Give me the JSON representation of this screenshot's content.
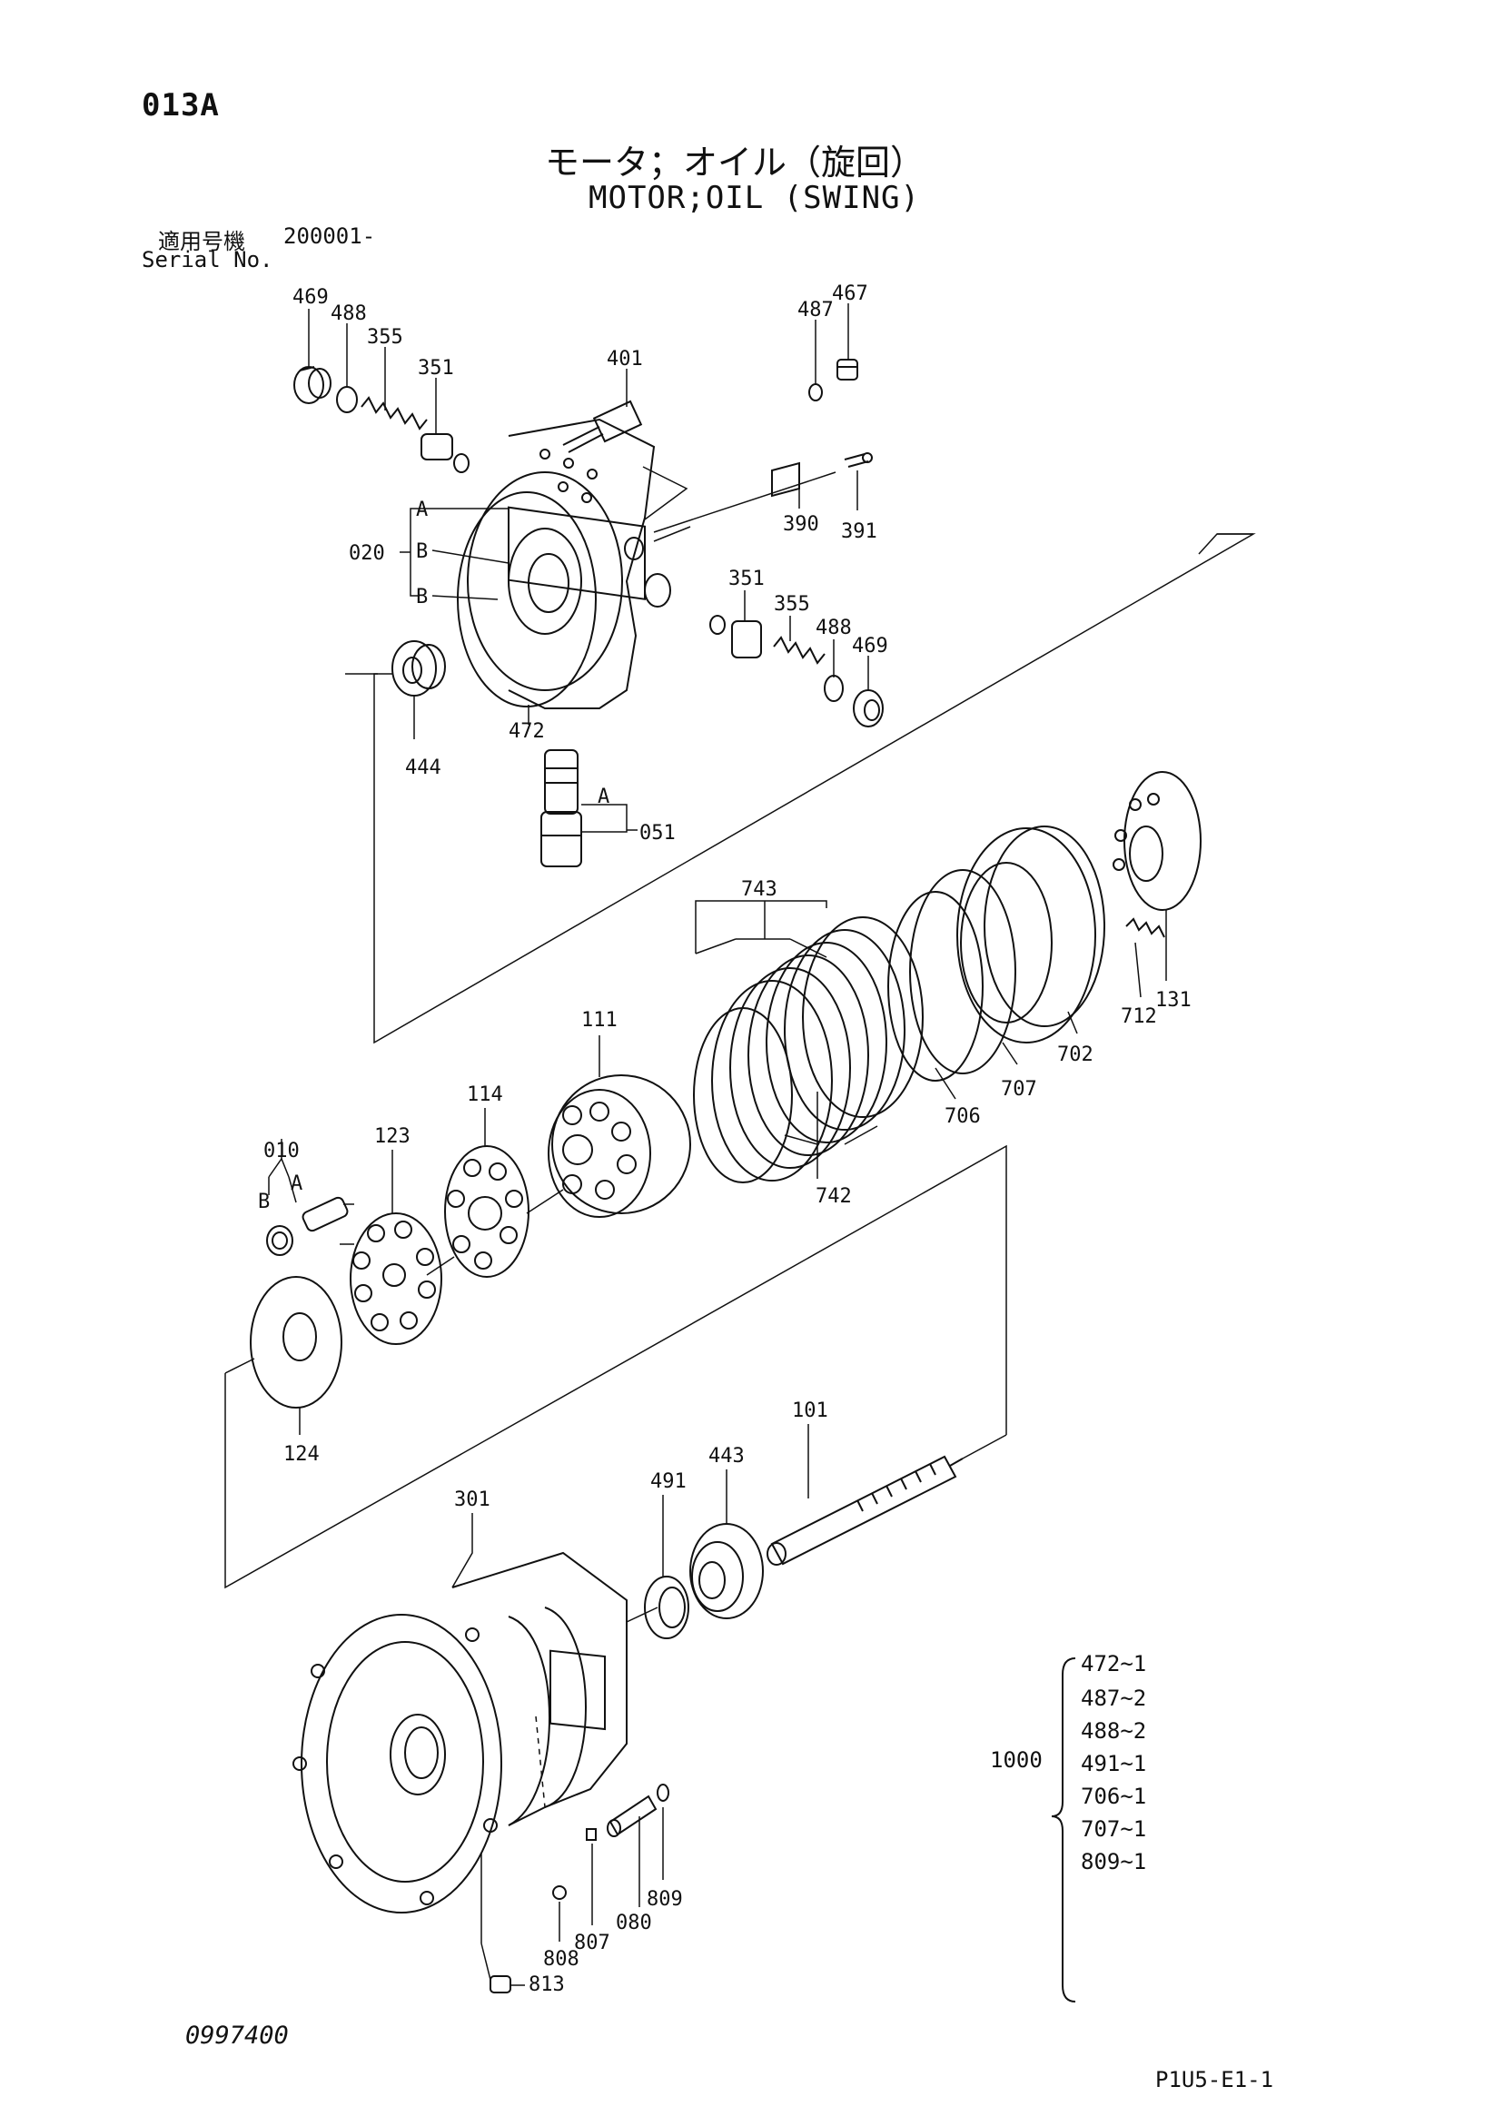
{
  "header": {
    "code": "013A",
    "title_jp": "モータ；オイル（旋回）",
    "title_en": "MOTOR;OIL (SWING)",
    "serial_label_jp": "適用号機",
    "serial_value": "200001-",
    "serial_label_en": "Serial No."
  },
  "callouts": {
    "p469a": "469",
    "p488a": "488",
    "p355a": "355",
    "p351a": "351",
    "p401": "401",
    "p487": "487",
    "p467": "467",
    "p020": "020",
    "pA1": "A",
    "pB1": "B",
    "pB2": "B",
    "p390": "390",
    "p391": "391",
    "p351b": "351",
    "p355b": "355",
    "p488b": "488",
    "p469b": "469",
    "p444": "444",
    "p472": "472",
    "pA2": "A",
    "p051": "051",
    "p743": "743",
    "p111": "111",
    "p114": "114",
    "p123": "123",
    "p010": "010",
    "pA3": "A",
    "pB3": "B",
    "p742": "742",
    "p706": "706",
    "p707": "707",
    "p702": "702",
    "p712": "712",
    "p131": "131",
    "p124": "124",
    "p101": "101",
    "p443": "443",
    "p491": "491",
    "p301": "301",
    "p809": "809",
    "p080": "080",
    "p807": "807",
    "p808": "808",
    "p813": "813"
  },
  "kit": {
    "number": "1000",
    "items": [
      "472~1",
      "487~2",
      "488~2",
      "491~1",
      "706~1",
      "707~1",
      "809~1"
    ]
  },
  "footer": {
    "left": "0997400",
    "right": "P1U5-E1-1"
  }
}
